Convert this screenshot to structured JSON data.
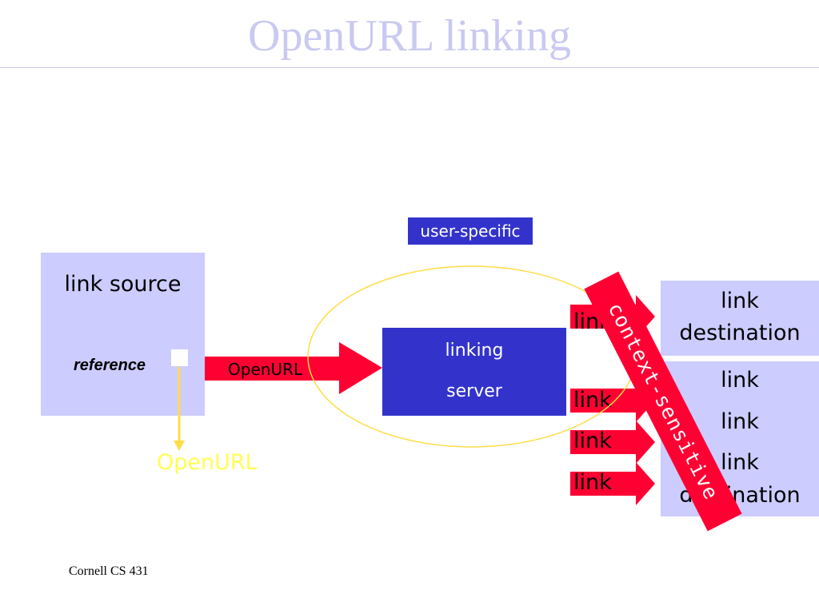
{
  "title": "OpenURL linking",
  "link_source": {
    "label": "link source",
    "reference_label": "reference"
  },
  "openurl_arrow_label": "OpenURL",
  "openurl_bottom_label": "OpenURL",
  "user_specific_label": "user-specific",
  "linking_server": {
    "line1": "linking",
    "line2": "server"
  },
  "link_arrows": [
    "link",
    "link",
    "link",
    "link"
  ],
  "destinations": {
    "box1_line1": "link",
    "box1_line2": "destination",
    "box2_line1": "link",
    "box2_line2": "link",
    "box2_line3": "link",
    "box2_line4": "destination"
  },
  "context_sensitive_label": "context-sensitive",
  "footer": "Cornell CS 431",
  "colors": {
    "title": "#c9c9f2",
    "box_light": "#ccccff",
    "box_dark": "#3333cc",
    "arrow_red": "#ff0033",
    "ellipse": "#ffdd44",
    "openurl_yellow": "#ffff55"
  }
}
